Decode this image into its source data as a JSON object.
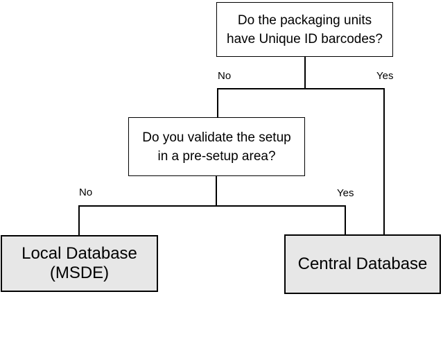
{
  "diagram": {
    "nodes": {
      "q1": {
        "type": "question",
        "lines": [
          "Do the packaging units",
          "have Unique ID barcodes?"
        ]
      },
      "q2": {
        "type": "question",
        "lines": [
          "Do you validate the setup",
          "in a pre-setup area?"
        ]
      },
      "local": {
        "type": "result",
        "lines": [
          "Local Database",
          "(MSDE)"
        ]
      },
      "central": {
        "type": "result",
        "lines": [
          "Central Database"
        ]
      }
    },
    "edges": [
      {
        "from": "q1",
        "to": "q2",
        "label": "No"
      },
      {
        "from": "q1",
        "to": "central",
        "label": "Yes"
      },
      {
        "from": "q2",
        "to": "local",
        "label": "No"
      },
      {
        "from": "q2",
        "to": "central",
        "label": "Yes"
      }
    ],
    "colors": {
      "background": "#ffffff",
      "question_fill": "#ffffff",
      "result_fill": "#e7e7e7",
      "border": "#000000",
      "line": "#000000",
      "text": "#000000"
    }
  }
}
